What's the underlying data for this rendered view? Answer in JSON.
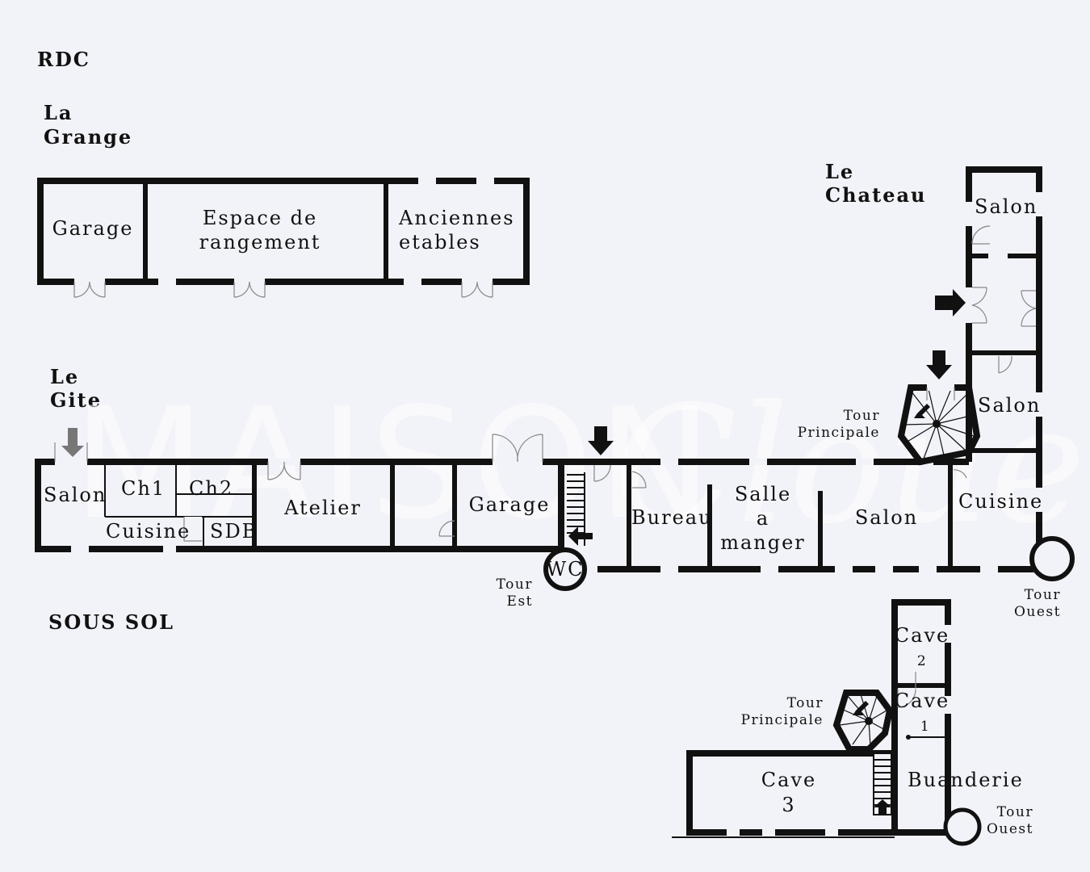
{
  "levels": {
    "rdc": "RDC",
    "sous_sol": "SOUS SOL"
  },
  "buildings": {
    "grange": [
      "La",
      "Grange"
    ],
    "gite": [
      "Le",
      "Gite"
    ],
    "chateau": [
      "Le",
      "Chateau"
    ]
  },
  "watermark": {
    "part1": "MAISON",
    "part2": "Clouee"
  },
  "grange_rooms": {
    "garage": "Garage",
    "rangement": [
      "Espace de",
      "rangement"
    ],
    "etables": [
      "Anciennes",
      "etables"
    ]
  },
  "gite_rooms": {
    "salon": "Salon",
    "ch1": "Ch1",
    "ch2": "Ch2",
    "cuisine": "Cuisine",
    "sdb": "SDB",
    "atelier": "Atelier",
    "garage": "Garage"
  },
  "chateau_rooms": {
    "salon_top": "Salon",
    "salon_mid": "Salon",
    "bureau": "Bureau",
    "salle": [
      "Salle",
      "a",
      "manger"
    ],
    "salon": "Salon",
    "cuisine": "Cuisine",
    "wc": "WC"
  },
  "towers": {
    "principale": [
      "Tour",
      "Principale"
    ],
    "est": [
      "Tour",
      "Est"
    ],
    "ouest": [
      "Tour",
      "Ouest"
    ]
  },
  "cellar": {
    "cave2": [
      "Cave",
      "2"
    ],
    "cave1": [
      "Cave",
      "1"
    ],
    "cave3": [
      "Cave",
      "3"
    ],
    "buanderie": "Buanderie",
    "tour_principale": [
      "Tour",
      "Principale"
    ],
    "tour_ouest": [
      "Tour",
      "Ouest"
    ]
  }
}
